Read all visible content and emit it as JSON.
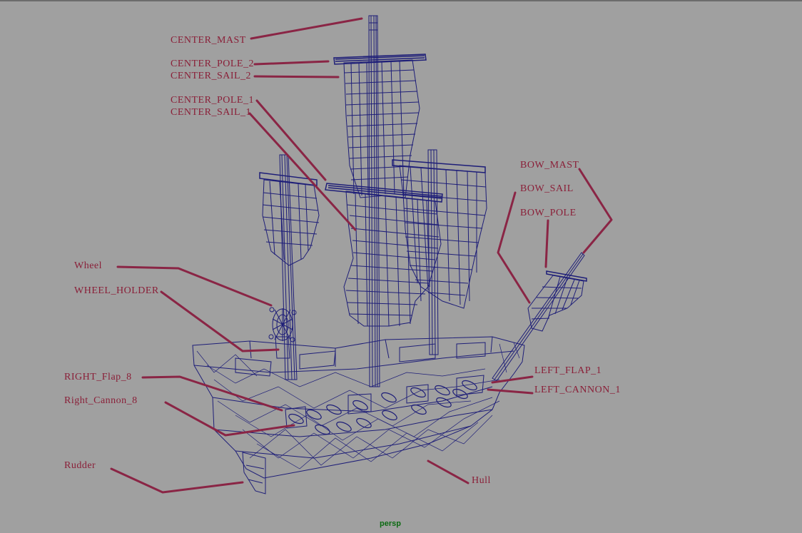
{
  "viewport": {
    "camera": "persp",
    "background_color": "#a0a0a0",
    "wire_color": "#1e1e78",
    "label_color": "#8a1f38"
  },
  "labels": {
    "center_mast": "CENTER_MAST",
    "center_pole_2": "CENTER_POLE_2",
    "center_sail_2": "CENTER_SAIL_2",
    "center_pole_1": "CENTER_POLE_1",
    "center_sail_1": "CENTER_SAIL_1",
    "wheel": "Wheel",
    "wheel_holder": "WHEEL_HOLDER",
    "right_flap_8": "RIGHT_Flap_8",
    "right_cannon_8": "Right_Cannon_8",
    "rudder": "Rudder",
    "hull": "Hull",
    "bow_mast": "BOW_MAST",
    "bow_sail": "BOW_SAIL",
    "bow_pole": "BOW_POLE",
    "left_flap_1": "LEFT_FLAP_1",
    "left_cannon_1": "LEFT_CANNON_1"
  }
}
